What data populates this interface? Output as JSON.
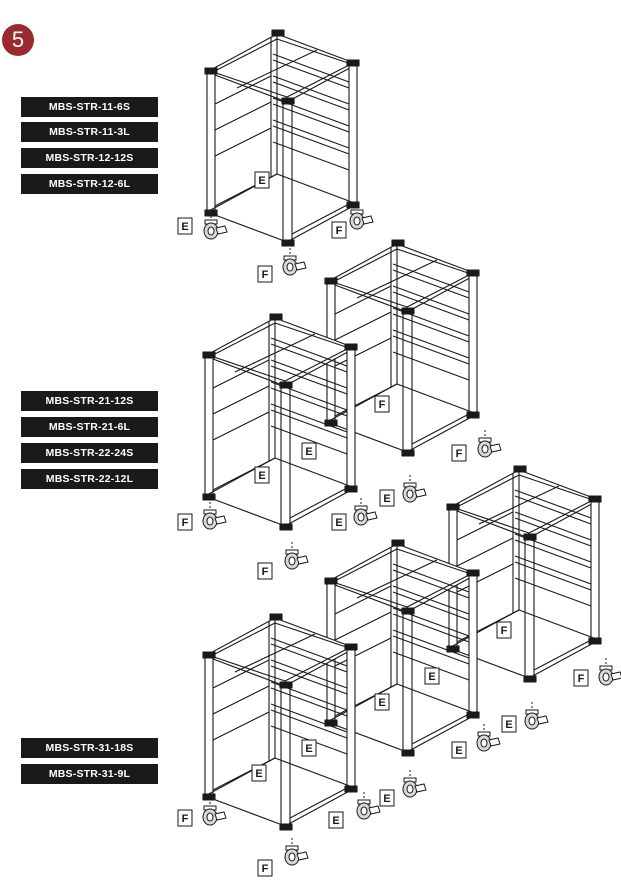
{
  "step": {
    "number": "5"
  },
  "groups": [
    {
      "models": [
        "MBS-STR-11-6S",
        "MBS-STR-11-3L",
        "MBS-STR-12-12S",
        "MBS-STR-12-6L"
      ]
    },
    {
      "models": [
        "MBS-STR-21-12S",
        "MBS-STR-21-6L",
        "MBS-STR-22-24S",
        "MBS-STR-22-12L"
      ]
    },
    {
      "models": [
        "MBS-STR-31-18S",
        "MBS-STR-31-9L"
      ]
    }
  ],
  "callouts": {
    "e": "E",
    "f": "F"
  },
  "colors": {
    "badge": "#9a2a2e",
    "label_bg": "#1a1a1a",
    "line": "#1a1a1a"
  }
}
